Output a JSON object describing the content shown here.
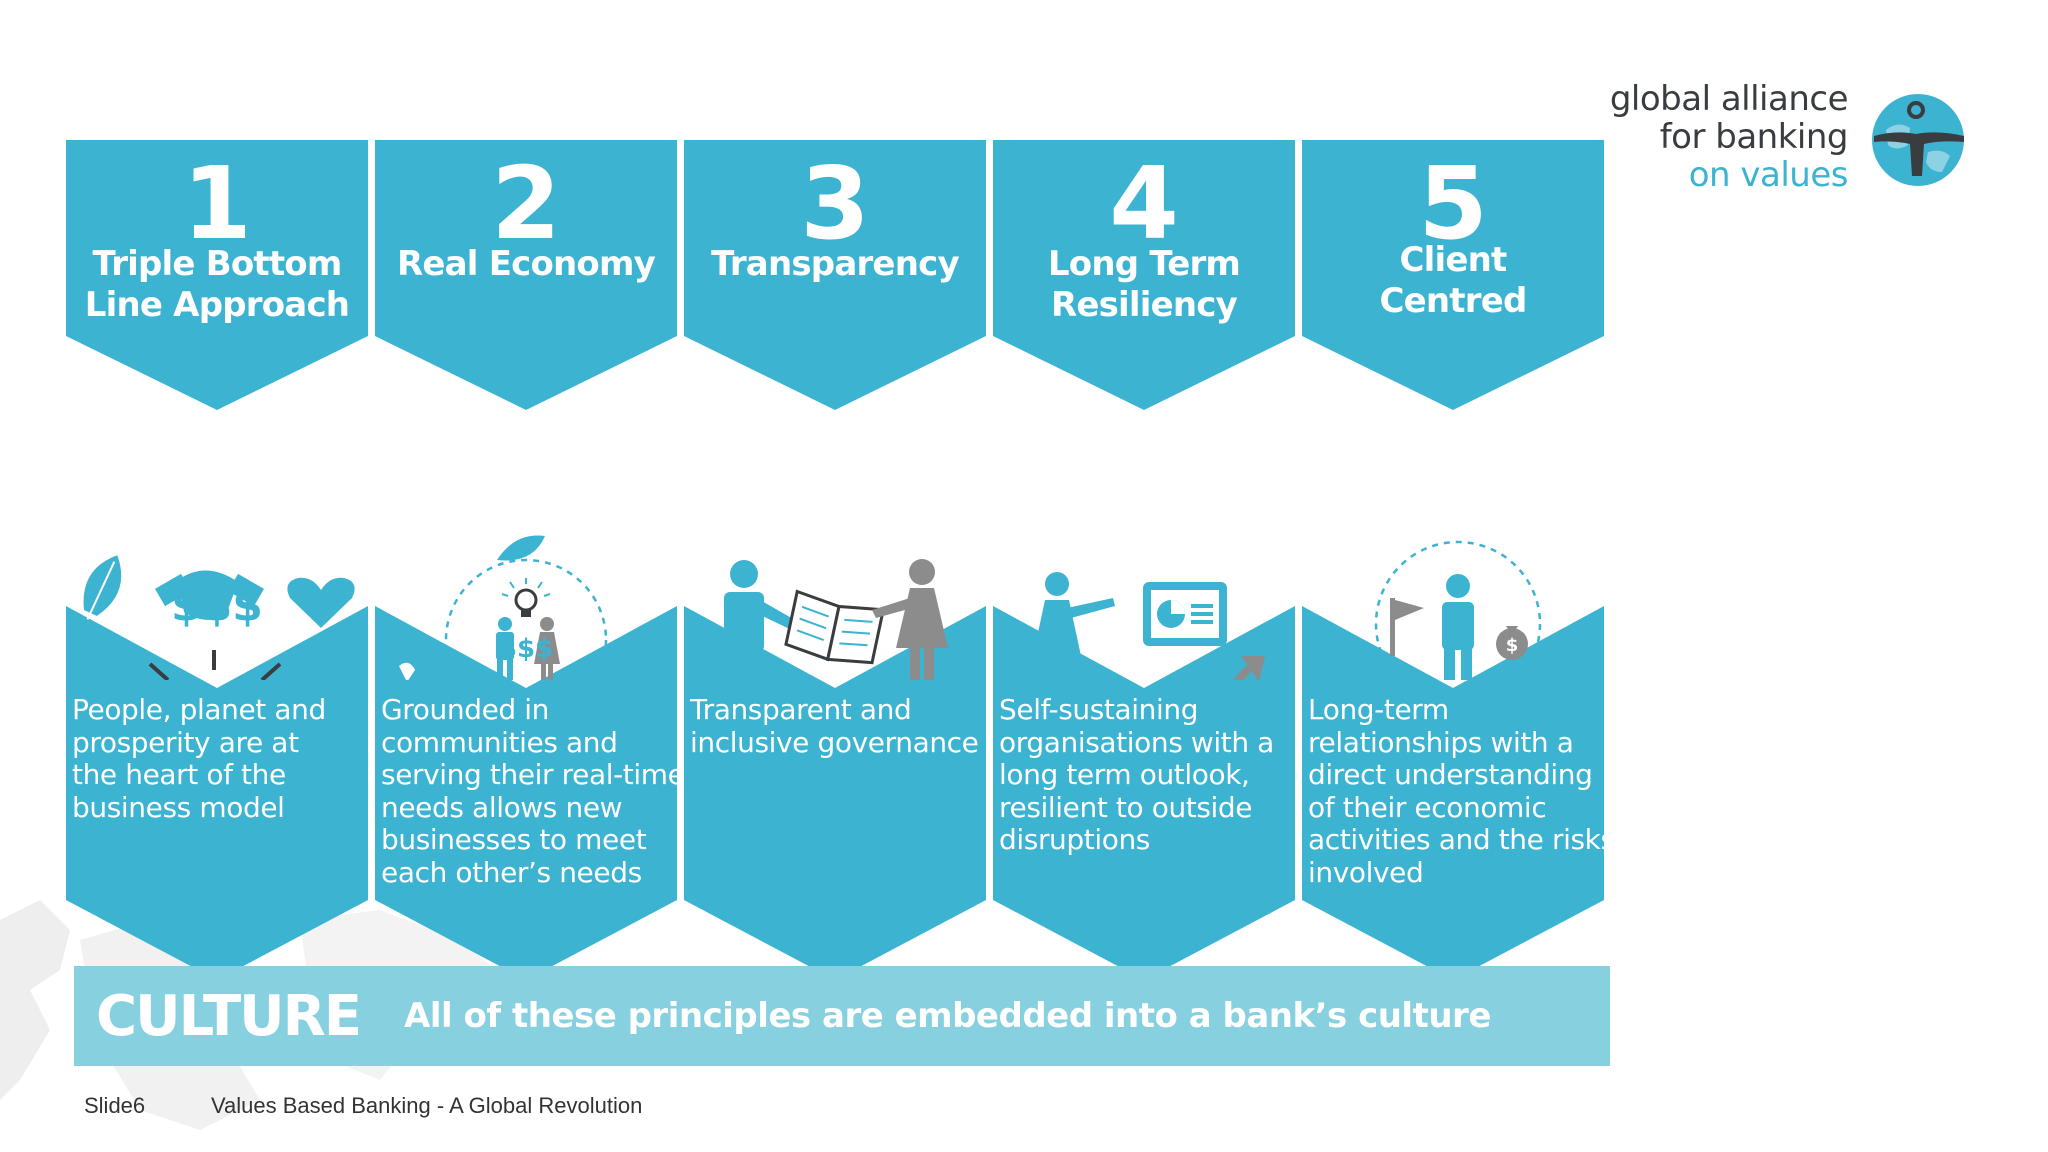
{
  "logo": {
    "line1": "global alliance",
    "line2": "for banking",
    "line3": "on values"
  },
  "principles": [
    {
      "number": "1",
      "title": [
        "Triple Bottom",
        "Line Approach"
      ],
      "description": [
        "People, planet and",
        "prosperity are at",
        "the heart of the",
        "business model"
      ],
      "icon_label": "$$$"
    },
    {
      "number": "2",
      "title": [
        "Real Economy"
      ],
      "description": [
        "Grounded in",
        "communities and",
        "serving their real-time",
        "needs allows new",
        "businesses to meet",
        "each other’s needs"
      ],
      "icon_label": "$$$"
    },
    {
      "number": "3",
      "title": [
        "Transparency"
      ],
      "description": [
        "Transparent and",
        "inclusive governance"
      ]
    },
    {
      "number": "4",
      "title": [
        "Long Term",
        "Resiliency"
      ],
      "description": [
        "Self-sustaining",
        "organisations with a",
        "long term outlook,",
        "resilient to outside",
        "disruptions"
      ]
    },
    {
      "number": "5",
      "title": [
        "Client",
        "Centred"
      ],
      "description": [
        "Long-term",
        "relationships with a",
        "direct understanding",
        "of their economic",
        "activities and the risks",
        "involved"
      ]
    }
  ],
  "culture": {
    "word": "CULTURE",
    "text": "All of these principles are embedded into a bank’s culture"
  },
  "footer": {
    "slide": "Slide6",
    "title": "Values Based Banking - A Global Revolution"
  },
  "colors": {
    "accent": "#3cb3d1",
    "culture_bar": "#86d0e0",
    "icon_grey": "#8c8c8c"
  }
}
